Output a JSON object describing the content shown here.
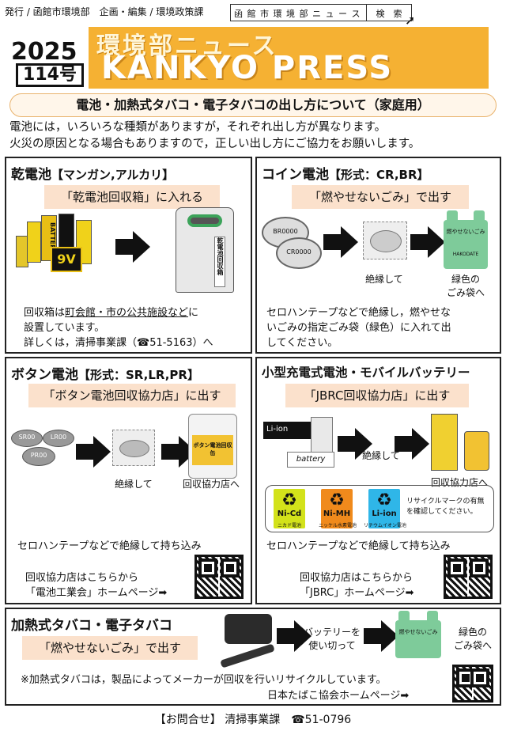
{
  "header": {
    "publisher": "発行 / 函館市環境部　企画・編集 / 環境政策課",
    "search_query": "函 館 市 環 境 部 ニ ュ ー ス",
    "search_button": "検　索",
    "year": "2025",
    "issue": "114号",
    "banner_sub": "環境部ニュース",
    "banner_main": "KANKYO PRESS"
  },
  "title": "電池・加熱式タバコ・電子タバコの出し方について（家庭用）",
  "intro": [
    "電池には，いろいろな種類がありますが，それぞれ出し方が異なります。",
    "火災の原因となる場合もありますので，正しい出し方にご協力をお願いします。"
  ],
  "dry": {
    "title": "乾電池",
    "type": "【マンガン,アルカリ】",
    "pill": "「乾電池回収箱」に入れる",
    "box_label": "乾電池回収箱",
    "battery_label": "BATTERY",
    "nine_volt": "9V",
    "text1_pre": "回収箱は",
    "text1_link": "町会館・市の公共施設など",
    "text1_post": "に",
    "text2": "設置しています。",
    "text3": "詳しくは，清掃事業課（☎51-5163）へ"
  },
  "coin": {
    "title": "コイン電池",
    "type": "【形式：CR,BR】",
    "pill": "「燃やせないごみ」で出す",
    "coin_label_1": "BR0000",
    "coin_label_2": "CR0000",
    "cap1": "絶縁して",
    "cap2a": "緑色の",
    "cap2b": "ごみ袋へ",
    "bag_text": "燃やせないごみ",
    "bag_city": "HAKODATE",
    "text1": "セロハンテープなどで絶縁し，燃やせな",
    "text2": "いごみの指定ごみ袋（緑色）に入れて出",
    "text3": "してください。"
  },
  "button": {
    "title": "ボタン電池",
    "type": "【形式：SR,LR,PR】",
    "pill": "「ボタン電池回収協力店」に出す",
    "cell1": "SR00",
    "cell2": "LR00",
    "cell3": "PR00",
    "cap1": "絶縁して",
    "cap2": "回収協力店へ",
    "can_label": "ボタン電池回収缶",
    "text": "セロハンテープなどで絶縁して持ち込み",
    "link1": "回収協力店はこちらから",
    "link2": "「電池工業会」ホームページ➡"
  },
  "small": {
    "title": "小型充電式電池・モバイルバッテリー",
    "pill": "「JBRC回収協力店」に出す",
    "liion": "Li-ion",
    "batt": "battery",
    "cap1": "絶縁して",
    "cap2": "回収協力店へ",
    "marks": [
      {
        "code": "Ni-Cd",
        "name": "ニカド電池",
        "color": "#d3e21a"
      },
      {
        "code": "Ni-MH",
        "name": "ニッケル水素電池",
        "color": "#f08a1c"
      },
      {
        "code": "Li-ion",
        "name": "リチウムイオン電池",
        "color": "#2fb6e8"
      }
    ],
    "bubble1": "リサイクルマークの有無",
    "bubble2": "を確認してください。",
    "text": "セロハンテープなどで絶縁して持ち込み",
    "link1": "回収協力店はこちらから",
    "link2": "「JBRC」ホームページ➡"
  },
  "tobacco": {
    "title": "加熱式タバコ・電子タバコ",
    "pill": "「燃やせないごみ」で出す",
    "cap1a": "バッテリーを",
    "cap1b": "使い切って",
    "cap2a": "緑色の",
    "cap2b": "ごみ袋へ",
    "bag_text": "燃やせないごみ",
    "note": "※加熱式タバコは，製品によってメーカーが回収を行いリサイクルしています。",
    "link": "日本たばこ協会ホームページ➡"
  },
  "footer": "【お問合せ】 清掃事業課　☎51-0796"
}
